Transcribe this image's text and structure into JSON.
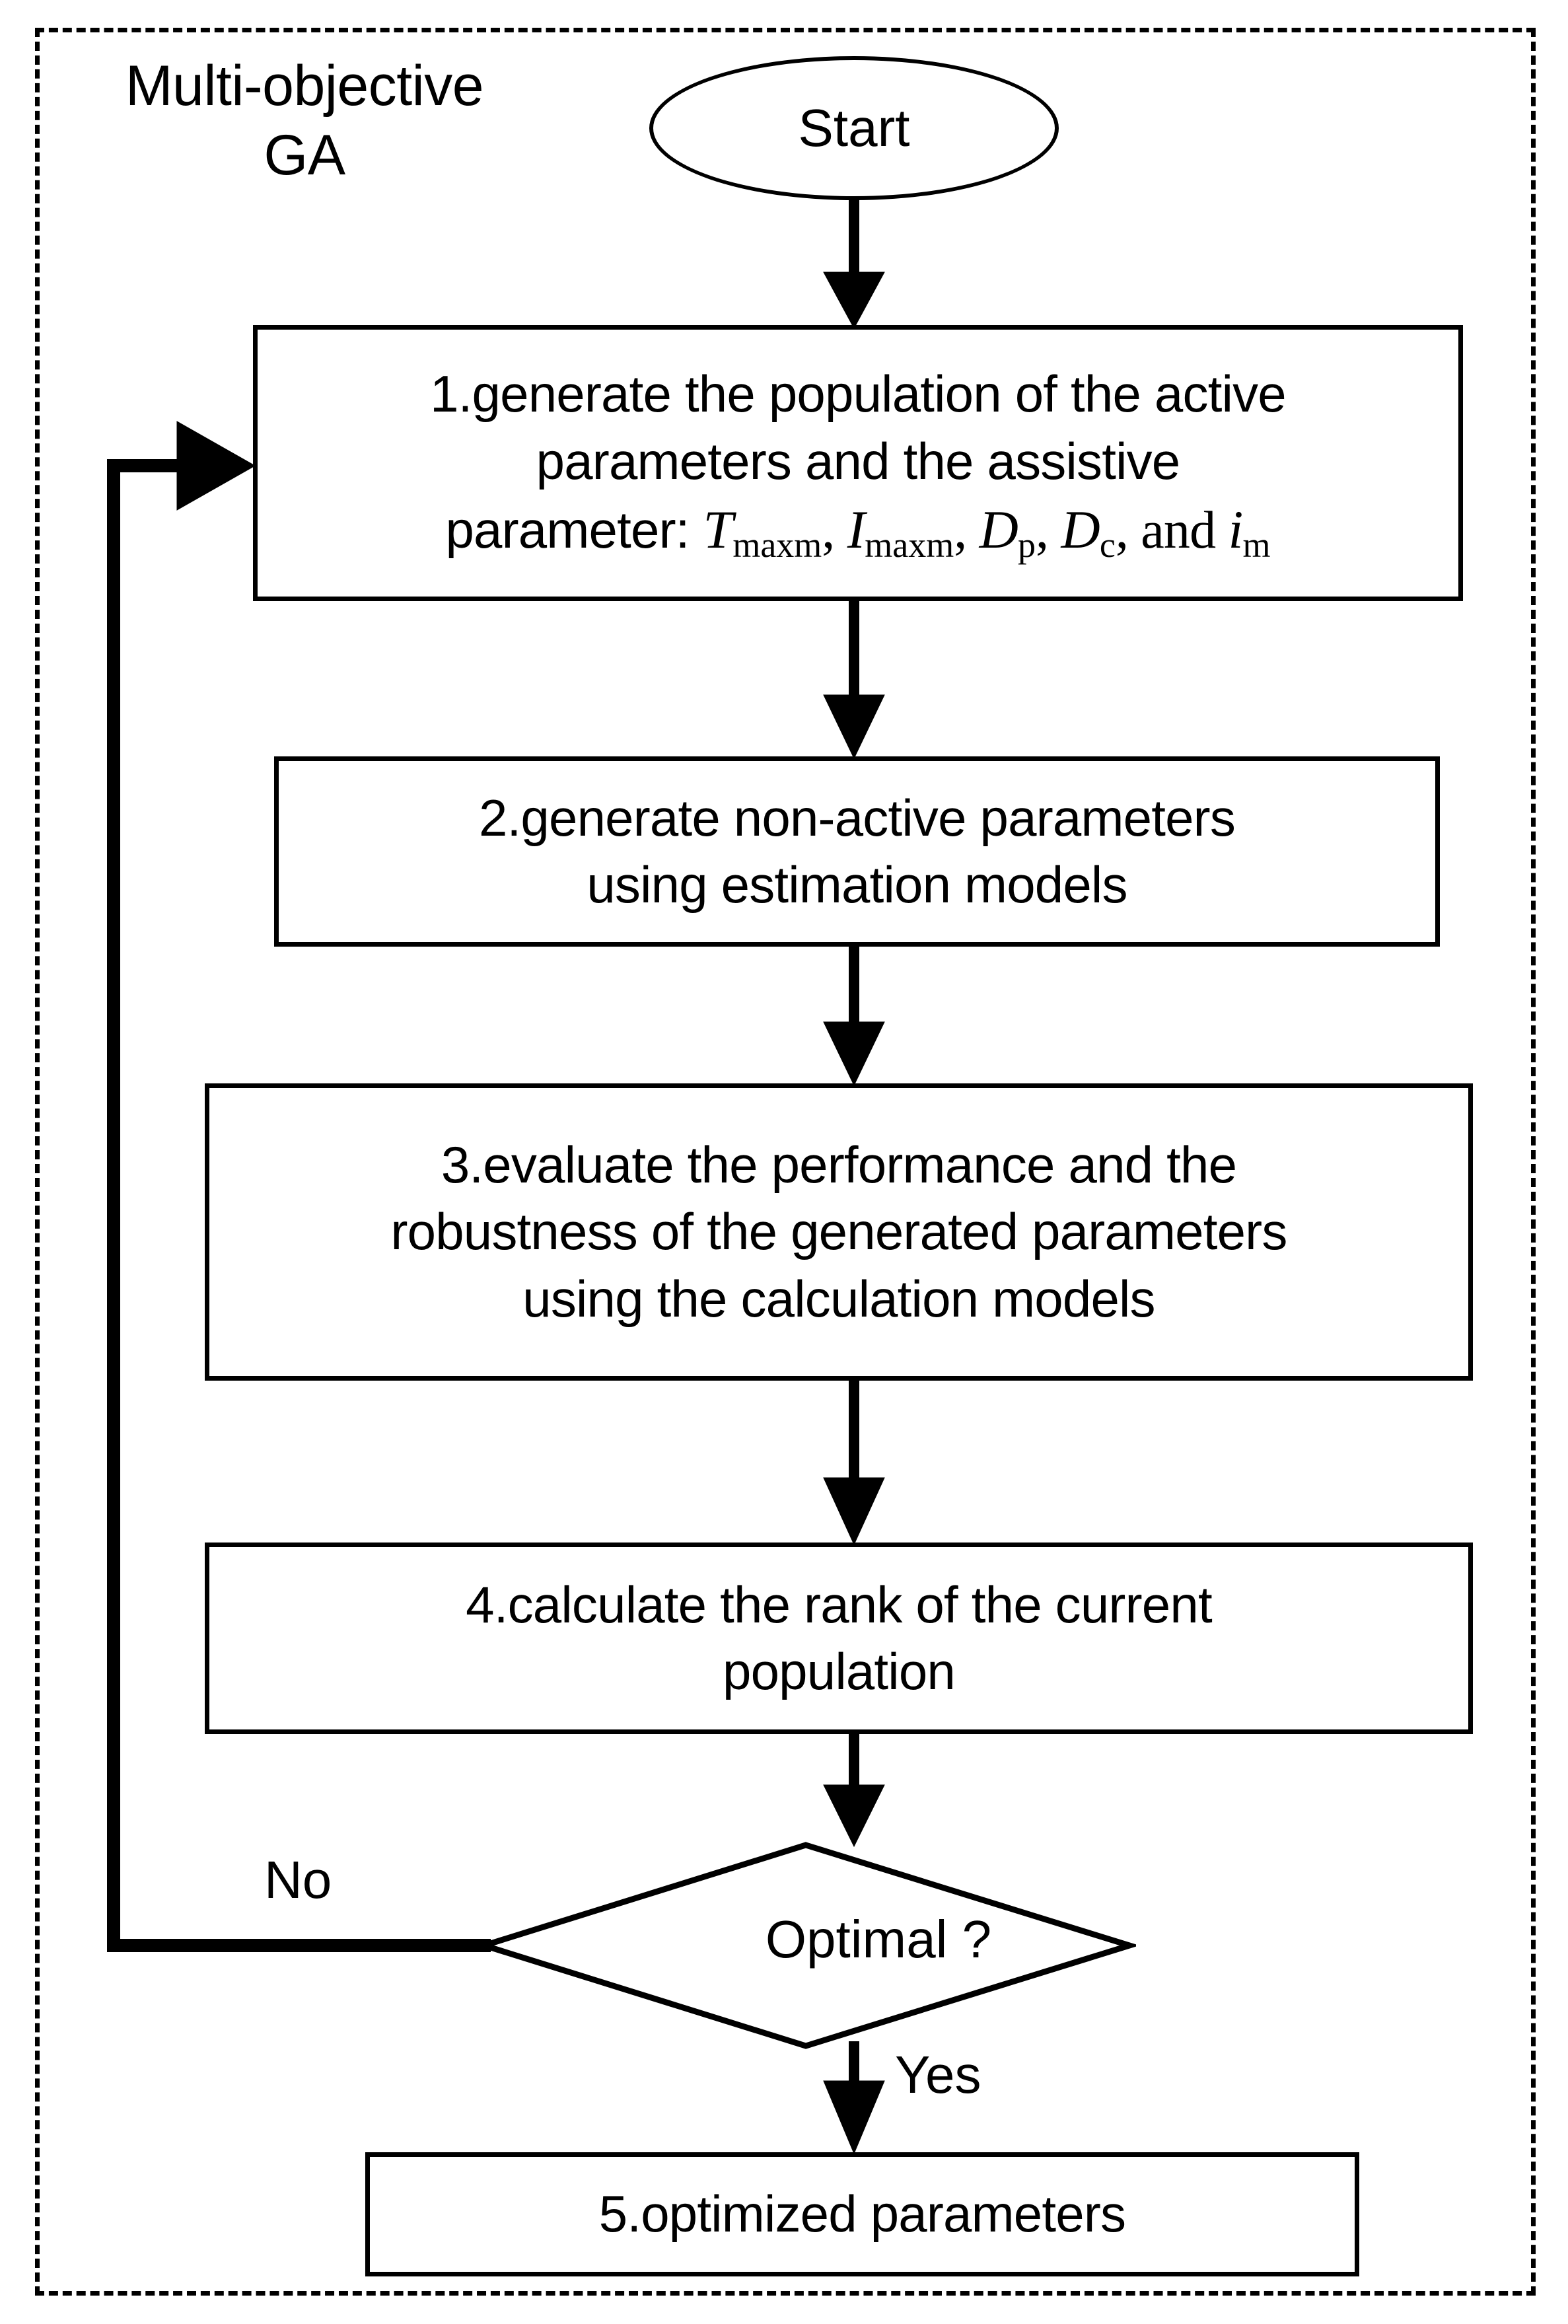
{
  "diagram": {
    "title": "Multi-objective GA optimization flowchart",
    "group": {
      "label_line1": "Multi-objective",
      "label_line2": "GA"
    },
    "colors": {
      "stroke": "#000000",
      "fill": "#ffffff",
      "text": "#000000"
    },
    "nodes": {
      "start": {
        "shape": "ellipse",
        "label": "Start"
      },
      "step1": {
        "shape": "rectangle",
        "line1": "1.generate the population of the active",
        "line2": "parameters and the assistive",
        "line3_prefix": "parameter: ",
        "vars": [
          {
            "symbol": "T",
            "subscript": "maxm",
            "sep": ", "
          },
          {
            "symbol": "I",
            "subscript": "maxm",
            "sep": ", "
          },
          {
            "symbol": "D",
            "subscript": "p",
            "sep": ", "
          },
          {
            "symbol": "D",
            "subscript": "c",
            "sep": ", and "
          },
          {
            "symbol": "i",
            "subscript": "m",
            "sep": ""
          }
        ],
        "plain_text": "1.generate the population of the active parameters and the assistive parameter: Tmaxm, Imaxm, Dp, Dc, and im"
      },
      "step2": {
        "shape": "rectangle",
        "line1": "2.generate non-active parameters",
        "line2": "using estimation models"
      },
      "step3": {
        "shape": "rectangle",
        "line1": "3.evaluate the performance and the",
        "line2": "robustness of the generated parameters",
        "line3": "using the calculation models"
      },
      "step4": {
        "shape": "rectangle",
        "line1": "4.calculate the rank of the current",
        "line2": "population"
      },
      "decision": {
        "shape": "diamond",
        "label": "Optimal ?"
      },
      "step5": {
        "shape": "rectangle",
        "label": "5.optimized parameters"
      }
    },
    "edges": [
      {
        "from": "start",
        "to": "step1",
        "label": ""
      },
      {
        "from": "step1",
        "to": "step2",
        "label": ""
      },
      {
        "from": "step2",
        "to": "step3",
        "label": ""
      },
      {
        "from": "step3",
        "to": "step4",
        "label": ""
      },
      {
        "from": "step4",
        "to": "decision",
        "label": ""
      },
      {
        "from": "decision",
        "to": "step1",
        "label": "No"
      },
      {
        "from": "decision",
        "to": "step5",
        "label": "Yes"
      }
    ],
    "edge_labels": {
      "no": "No",
      "yes": "Yes"
    }
  }
}
